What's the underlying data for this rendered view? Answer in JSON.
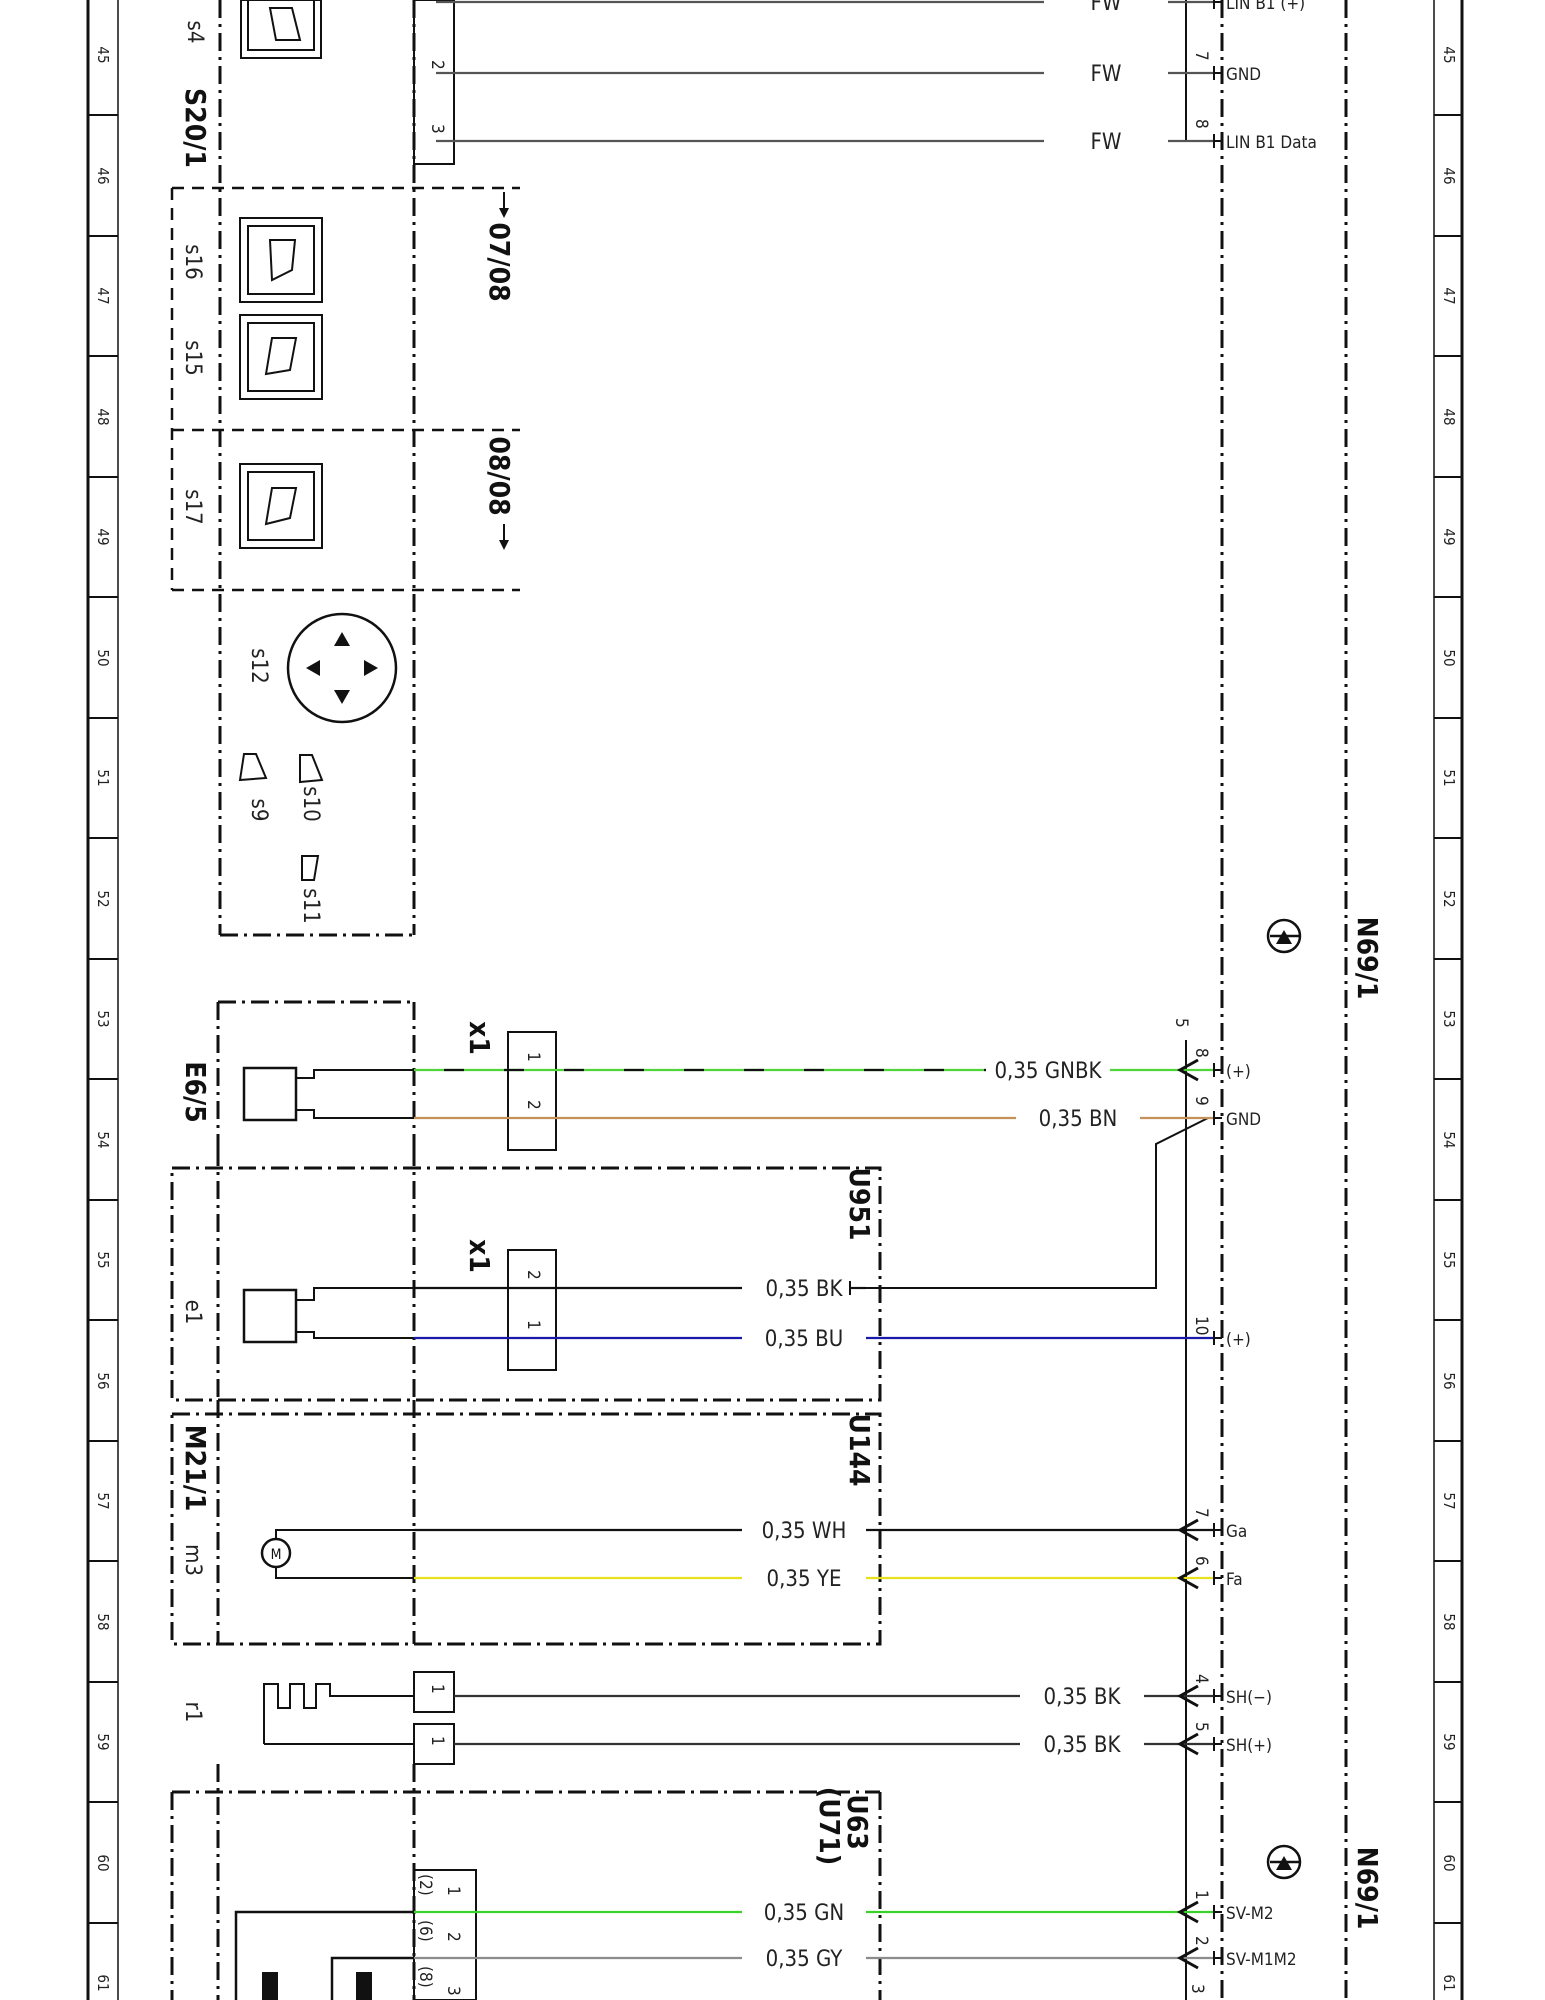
{
  "ruler": {
    "numbers": [
      "45",
      "46",
      "47",
      "48",
      "49",
      "50",
      "51",
      "52",
      "53",
      "54",
      "55",
      "56",
      "57",
      "58",
      "59",
      "60",
      "61"
    ]
  },
  "components": {
    "s4": "s4",
    "s20_1": "S20/1",
    "s16": "s16",
    "s15": "s15",
    "s17": "s17",
    "s12": "s12",
    "s9": "s9",
    "s10": "s10",
    "s11": "s11",
    "e6_5": "E6/5",
    "e1": "e1",
    "m21_1": "M21/1",
    "m3": "m3",
    "r1": "r1",
    "u951": "U951",
    "u144": "U144",
    "u63": "U63",
    "u71": "(U71)",
    "n69_1": "N69/1",
    "x1": "x1"
  },
  "refs": {
    "ref1": "07/08",
    "ref2": "08/08"
  },
  "wires": [
    {
      "label": "FW",
      "color": "#555555",
      "pin_left": "",
      "pin_right": "",
      "signal": "LIN B1 (+)"
    },
    {
      "label": "FW",
      "color": "#555555",
      "pin_left": "2",
      "pin_right": "7",
      "signal": "GND"
    },
    {
      "label": "FW",
      "color": "#555555",
      "pin_left": "3",
      "pin_right": "8",
      "signal": "LIN B1 Data"
    },
    {
      "label": "0,35 GNBK",
      "color": "#4fd43a",
      "pin_left": "1",
      "pin_right": "8",
      "signal": "(+)"
    },
    {
      "label": "0,35 BN",
      "color": "#c4915a",
      "pin_left": "2",
      "pin_right": "9",
      "signal": "GND"
    },
    {
      "label": "0,35 BK",
      "color": "#111111",
      "pin_left": "2",
      "pin_right": "",
      "signal": ""
    },
    {
      "label": "0,35 BU",
      "color": "#1a1aa8",
      "pin_left": "1",
      "pin_right": "10",
      "signal": "(+)"
    },
    {
      "label": "0,35 WH",
      "color": "#111111",
      "pin_left": "",
      "pin_right": "7",
      "signal": "Ga"
    },
    {
      "label": "0,35 YE",
      "color": "#e8e21e",
      "pin_left": "",
      "pin_right": "6",
      "signal": "Fa"
    },
    {
      "label": "0,35 BK",
      "color": "#333333",
      "pin_left": "1",
      "pin_right": "4",
      "signal": "SH(−)"
    },
    {
      "label": "0,35 BK",
      "color": "#333333",
      "pin_left": "1",
      "pin_right": "5",
      "signal": "SH(+)"
    },
    {
      "label": "0,35 GN",
      "color": "#3ad12a",
      "pin_left": "1",
      "pin_right": "1",
      "signal": "SV-M2"
    },
    {
      "label": "0,35 GY",
      "color": "#8c8c8c",
      "pin_left": "2",
      "pin_right": "2",
      "signal": "SV-M1M2"
    }
  ],
  "extra_pins": {
    "n69_top": "5",
    "u63_a": "(2)",
    "u63_b": "(6)",
    "u63_c": "(8)",
    "u63_d": "3",
    "n69_bottom": "3"
  }
}
